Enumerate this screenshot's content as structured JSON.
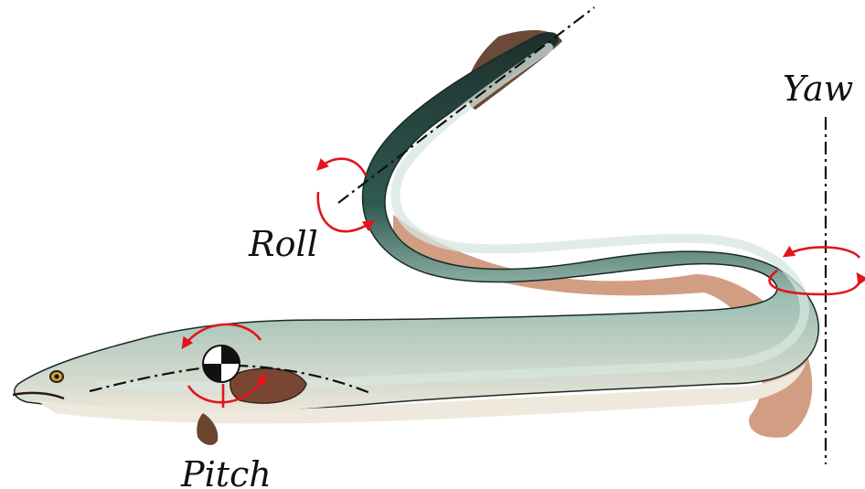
{
  "labels": {
    "yaw": "Yaw",
    "roll": "Roll",
    "pitch": "Pitch"
  },
  "colors": {
    "background": "#ffffff",
    "eel_dark": "#1f3b36",
    "eel_mid": "#3e6a60",
    "eel_light": "#cfe0d8",
    "belly": "#e9e2d6",
    "fin_brown": "#8c5a3f",
    "fin_pink": "#d9a48c",
    "rotation_arrow": "#e0151c",
    "axis_line": "#111111",
    "label_text": "#111111"
  }
}
